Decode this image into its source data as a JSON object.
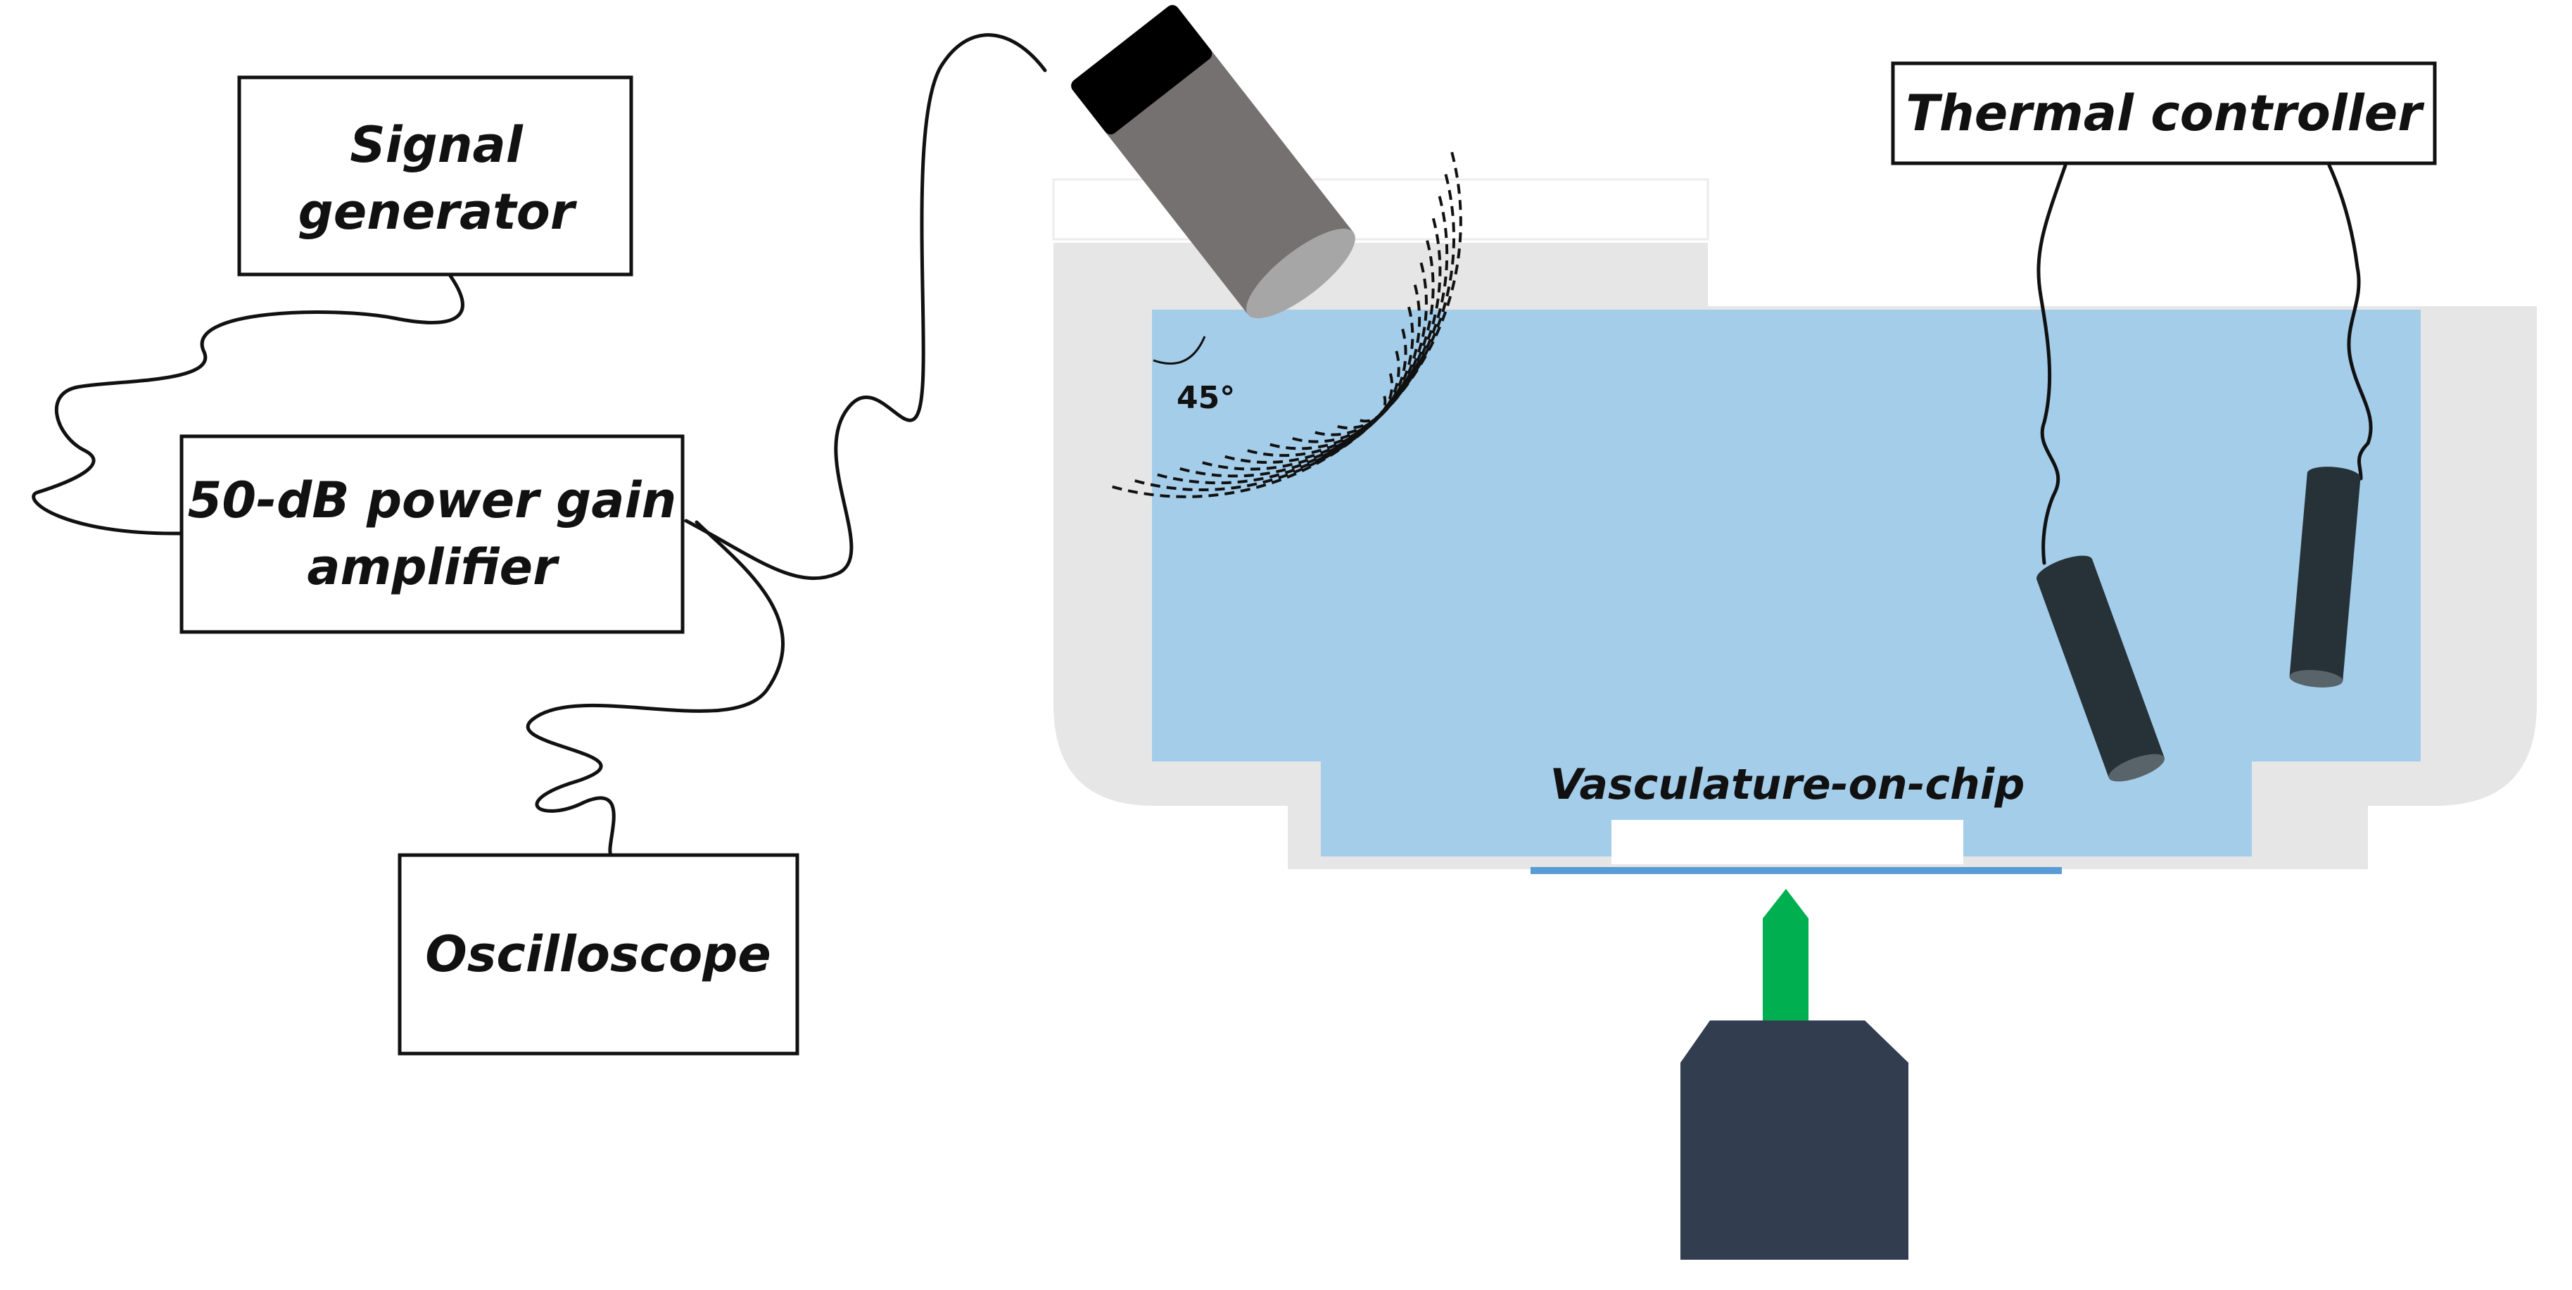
{
  "labels": {
    "signal_generator_line1": "Signal",
    "signal_generator_line2": "generator",
    "amplifier_line1": "50-dB power gain",
    "amplifier_line2": "amplifier",
    "oscilloscope": "Oscilloscope",
    "thermal_controller": "Thermal controller",
    "vasculature_on_chip": "Vasculature-on-chip",
    "angle": "45°"
  },
  "colors": {
    "water": "#a4cdea",
    "tank": "#e6e6e6",
    "transducer_body": "#757170",
    "transducer_cap": "#000000",
    "transducer_face": "#a6a6a6",
    "probe": "#263238",
    "objective_body": "#323e4f",
    "objective_tip": "#00b050",
    "slide": "#5b9bd5"
  },
  "icons": [
    "ultrasound-transducer-icon",
    "thermal-probe-icon",
    "microscope-objective-icon",
    "acoustic-wave-icon"
  ]
}
